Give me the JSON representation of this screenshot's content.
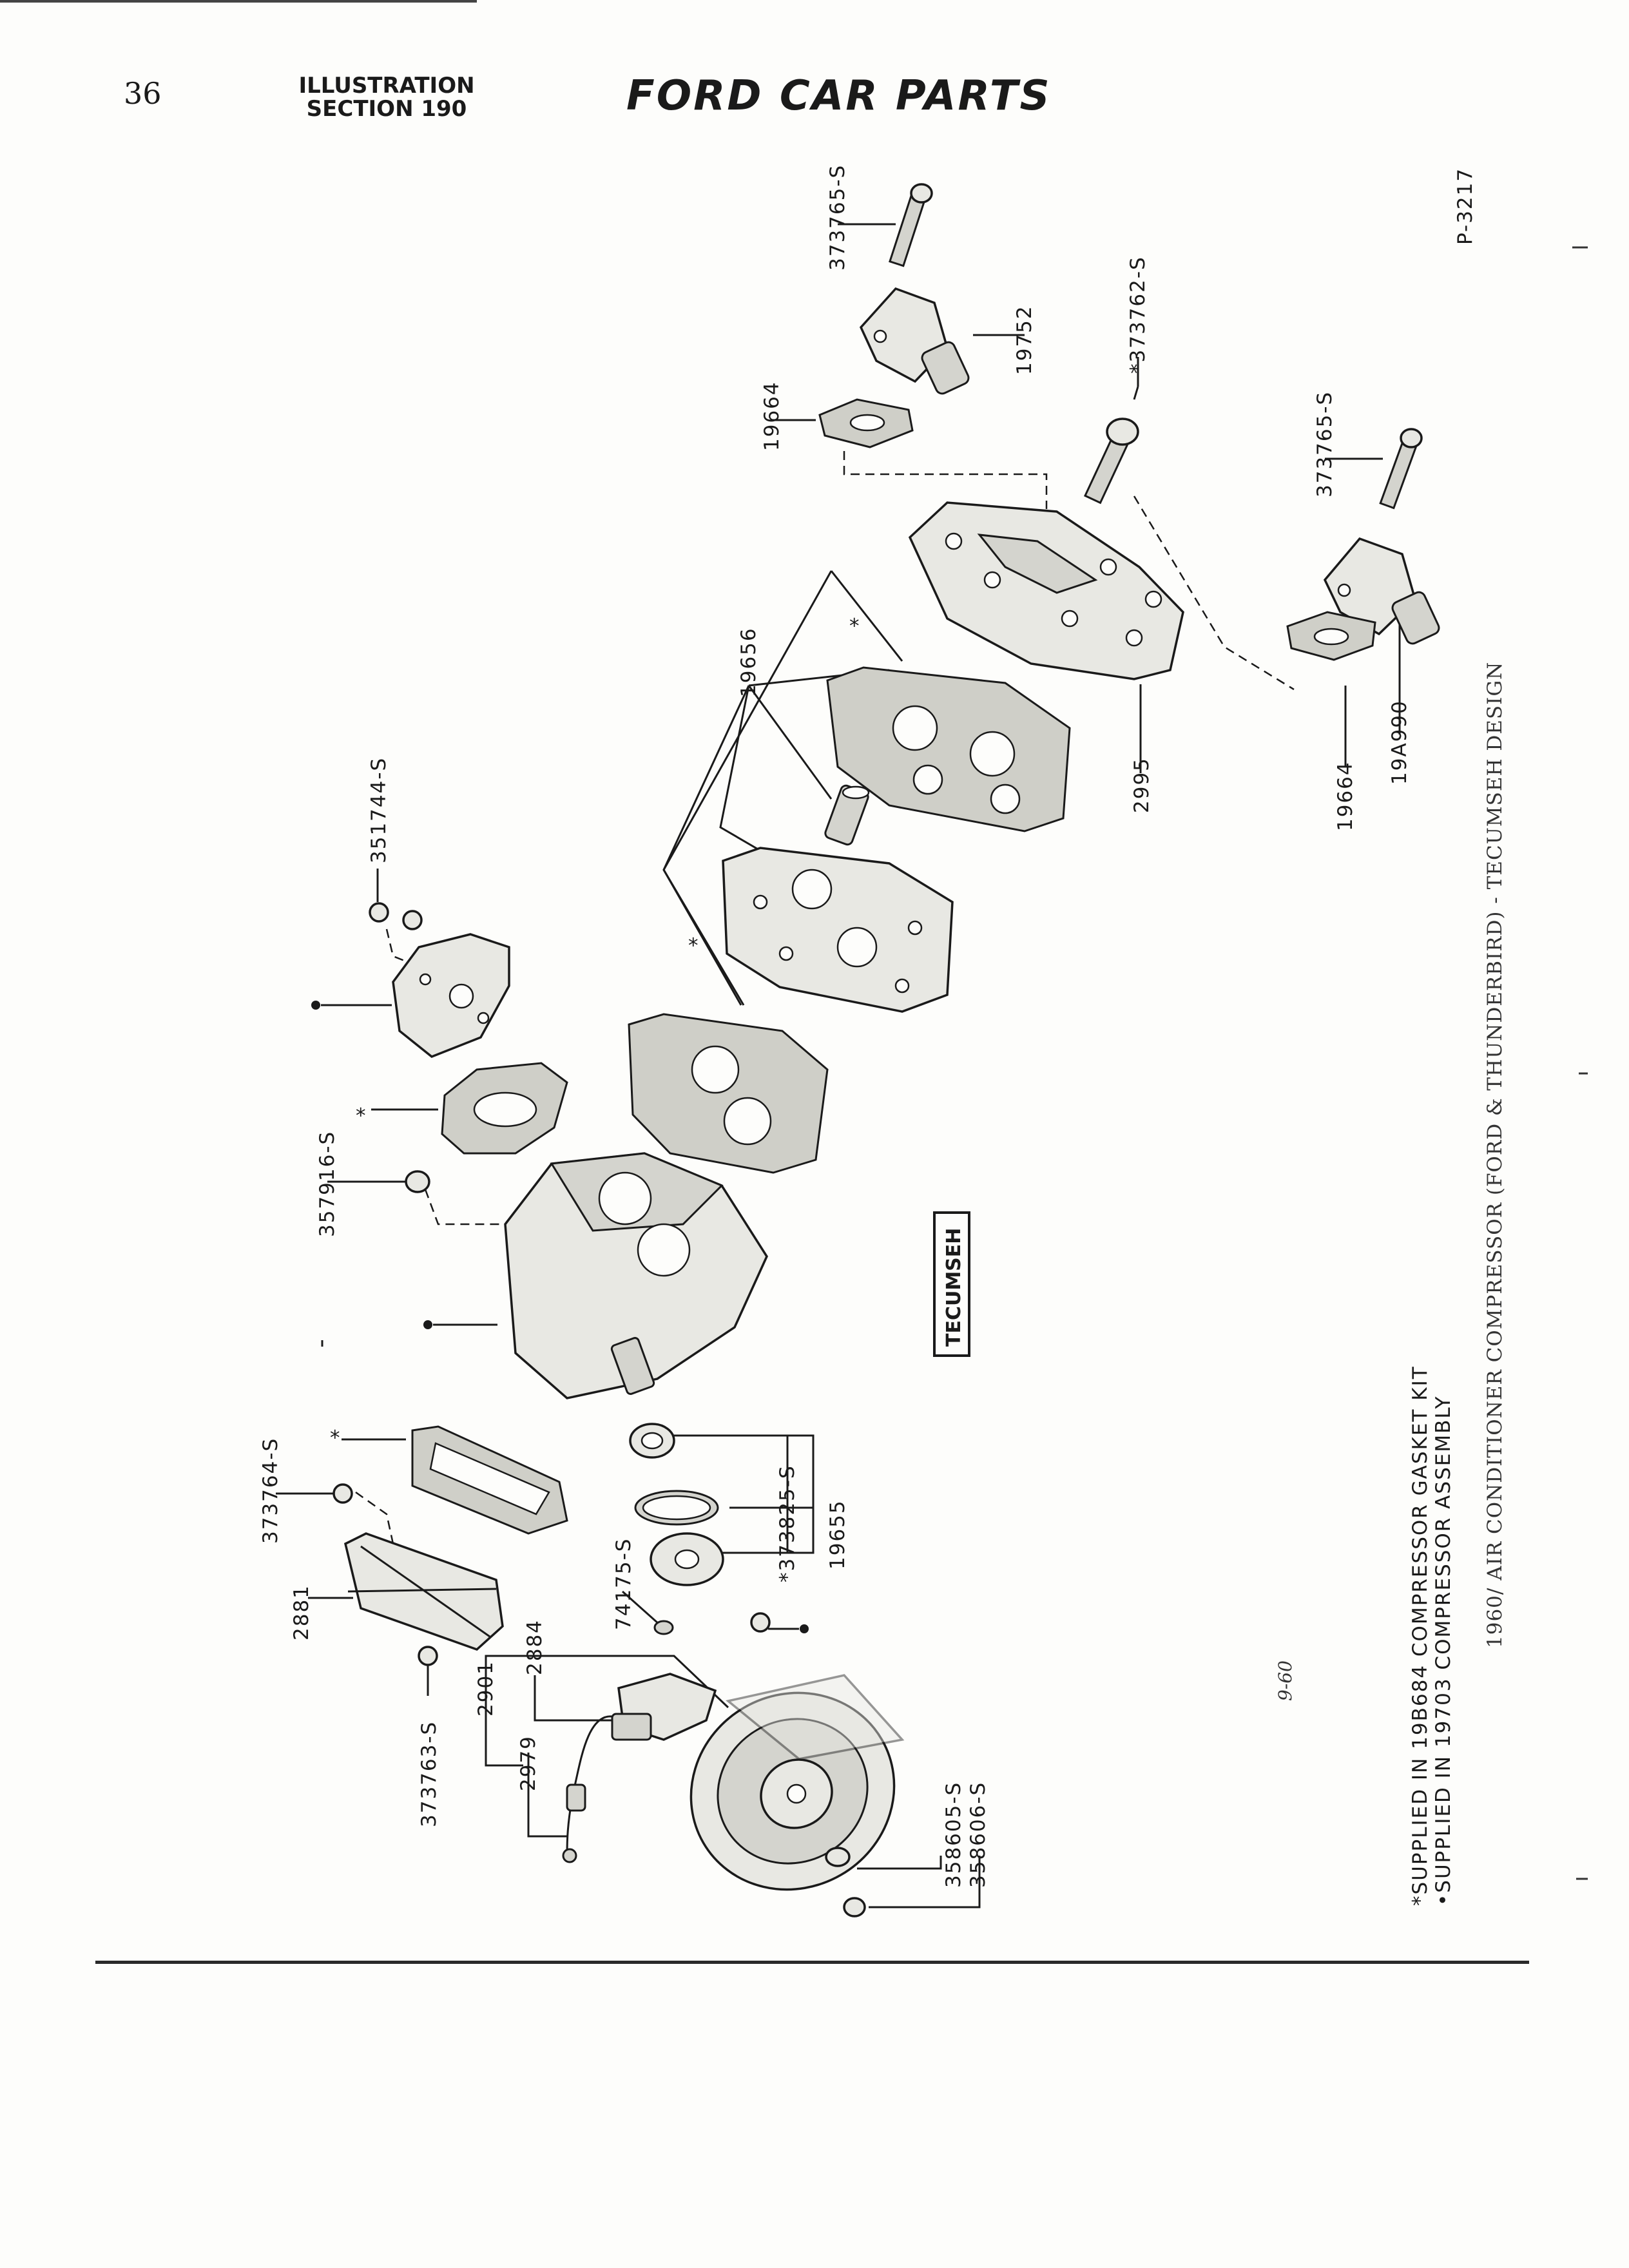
{
  "header": {
    "page_number": "36",
    "section_line1": "ILLUSTRATION",
    "section_line2": "SECTION 190",
    "title": "FORD CAR PARTS"
  },
  "diagram": {
    "brand_label": "TECUMSEH",
    "plate_number": "P-3217",
    "date_code": "9-60",
    "caption": "1960/ AIR CONDITIONER COMPRESSOR (FORD & THUNDERBIRD) - TECUMSEH DESIGN",
    "footnote_star": "*SUPPLIED IN 19B684 COMPRESSOR GASKET KIT",
    "footnote_dot": "•SUPPLIED IN 19703 COMPRESSOR ASSEMBLY",
    "part_numbers": {
      "p373765_top": "373765-S",
      "p19752": "19752",
      "p373762": "*373762-S",
      "p19664_top": "19664",
      "p373765_mid": "373765-S",
      "p19656": "19656",
      "star_a": "*",
      "star_b": "*",
      "p2995": "2995",
      "p19664_bot": "19664",
      "p19A990": "19A990",
      "p351744": "351744-S",
      "star_c": "*",
      "p357916": "357916-S",
      "p373764": "373764-S",
      "star_d": "*",
      "p2881": "2881",
      "p373825": "*373825-S",
      "p19655": "19655",
      "p74175": "74175-S",
      "p373763": "373763-S",
      "p2901": "2901",
      "p2884": "2884",
      "p2979": "2979",
      "p358605": "358605-S",
      "p358606": "358606-S"
    }
  }
}
